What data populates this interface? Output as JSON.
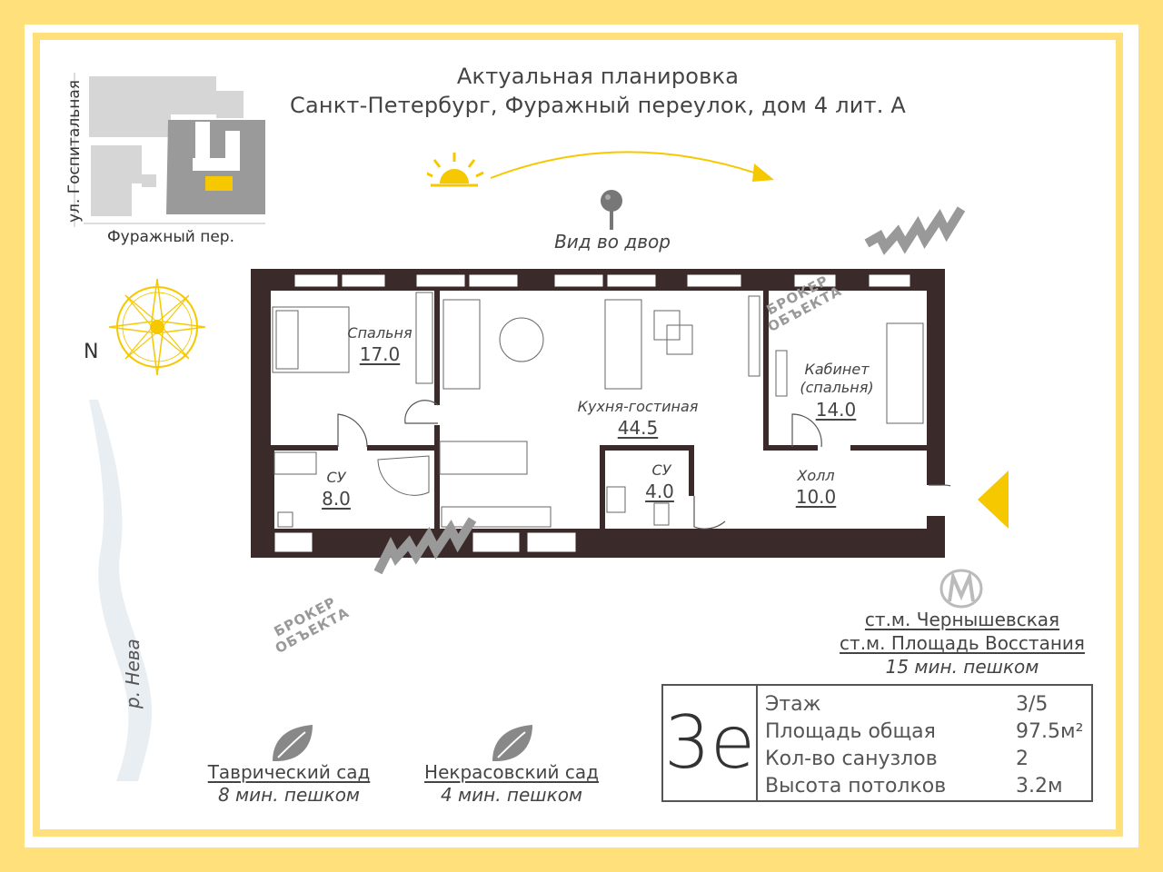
{
  "header": {
    "line1": "Актуальная планировка",
    "line2": "Санкт-Петербург, Фуражный переулок, дом 4 лит. А"
  },
  "map": {
    "street_vertical": "ул. Госпитальная",
    "street_horizontal": "Фуражный пер.",
    "river": "р. Нева"
  },
  "compass": {
    "label": "N"
  },
  "view": {
    "label": "Вид во двор"
  },
  "rooms": [
    {
      "name": "Спальня",
      "area": "17.0"
    },
    {
      "name": "Кухня-гостиная",
      "area": "44.5"
    },
    {
      "name": "Кабинет",
      "name2": "(спальня)",
      "area": "14.0"
    },
    {
      "name": "СУ",
      "area": "8.0"
    },
    {
      "name": "СУ",
      "area": "4.0"
    },
    {
      "name": "Холл",
      "area": "10.0"
    }
  ],
  "watermark": {
    "line1": "БРОКЕР",
    "line2": "ОБЪЕКТА"
  },
  "metro": {
    "station1": "ст.м. Чернышевская",
    "station2": "ст.м. Площадь Восстания",
    "walk": "15 мин. пешком"
  },
  "parks": [
    {
      "name": "Таврический сад",
      "walk": "8 мин. пешком"
    },
    {
      "name": "Некрасовский сад",
      "walk": "4 мин. пешком"
    }
  ],
  "info": {
    "code": "3е",
    "rows": [
      {
        "label": "Этаж",
        "value": "3/5"
      },
      {
        "label": "Площадь общая",
        "value": "97.5м²"
      },
      {
        "label": "Кол-во санузлов",
        "value": "2"
      },
      {
        "label": "Высота потолков",
        "value": "3.2м"
      }
    ]
  },
  "colors": {
    "accent": "#ffe07a",
    "sun": "#f5c800",
    "wall": "#3a2a2a",
    "map_block": "#d6d6d6",
    "map_dark": "#9a9a9a"
  }
}
